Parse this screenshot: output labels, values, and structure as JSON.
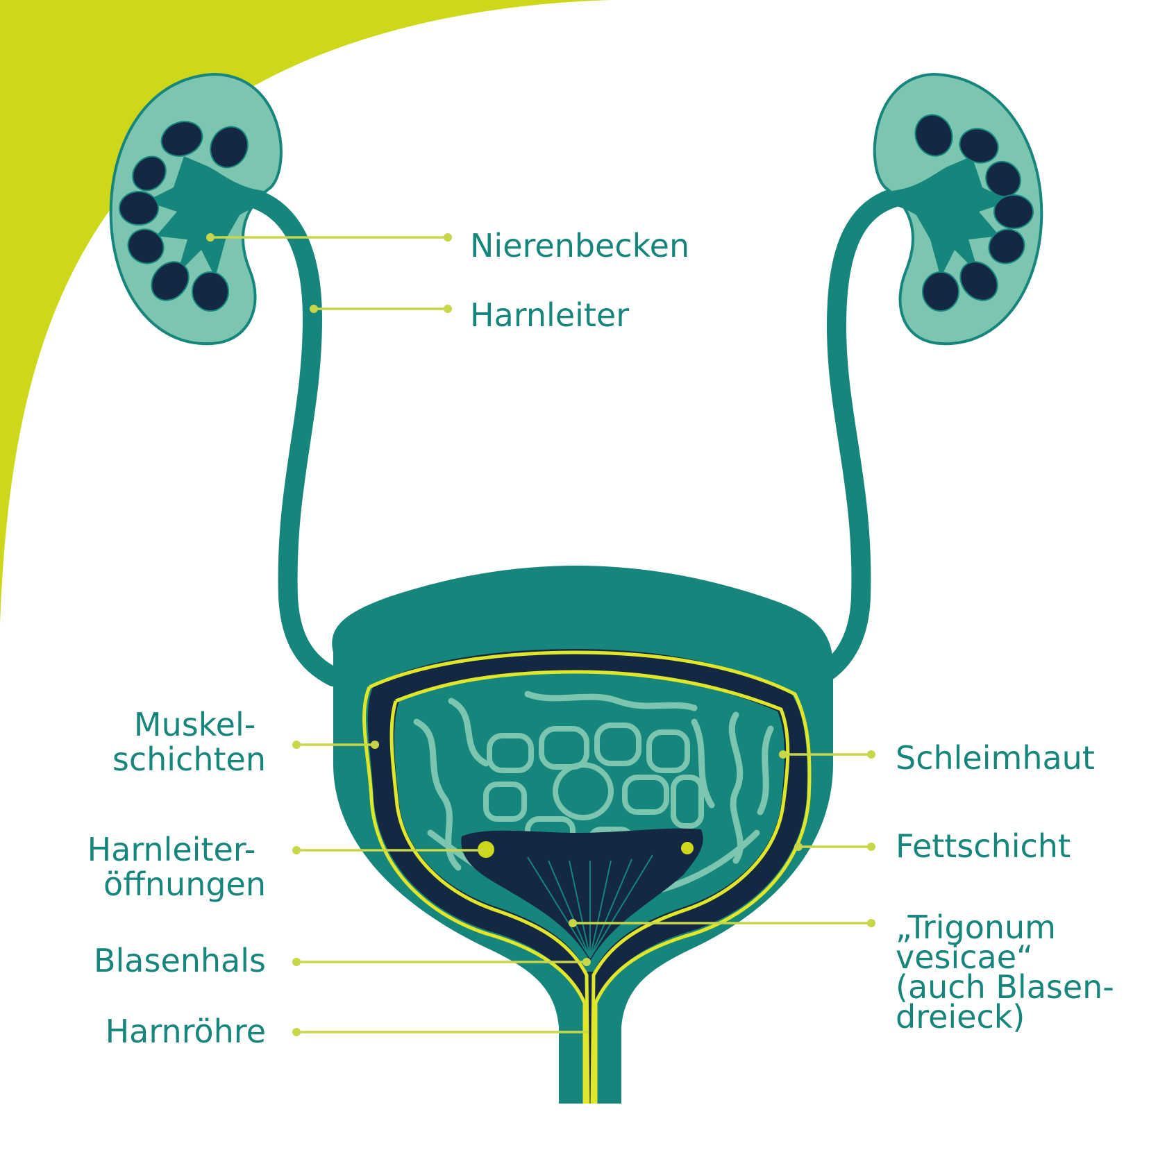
{
  "colors": {
    "background": "#ffffff",
    "accent_lime": "#cdd81a",
    "organ_teal": "#16857b",
    "light_teal": "#7cc5b0",
    "dark_navy": "#152843",
    "label_text": "#16857b",
    "leader_line": "#c8d64a"
  },
  "labels": {
    "nierenbecken": "Nierenbecken",
    "harnleiter": "Harnleiter",
    "muskelschichten": [
      "Muskel-",
      "schichten"
    ],
    "harnleiteroeffnungen": [
      "Harnleiter-",
      "öffnungen"
    ],
    "blasenhals": "Blasenhals",
    "harnroehre": "Harnröhre",
    "schleimhaut": "Schleimhaut",
    "fettschicht": "Fettschicht",
    "trigonum": [
      "„Trigonum",
      "vesicae“",
      "(auch Blasen-",
      "dreieck)"
    ]
  }
}
